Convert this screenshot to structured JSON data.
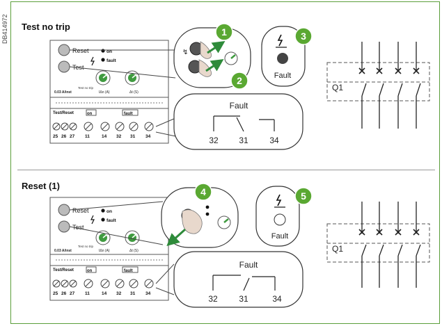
{
  "doc_code": "DB414972",
  "sections": [
    {
      "title": "Test no trip",
      "device": {
        "reset_label": "Reset",
        "test_label": "Test",
        "on_label": "on",
        "fault_label": "fault",
        "test_no_trip": "Test no trip",
        "sensitivity": "0.03 A/inst",
        "idn_label": "IΔn (A)",
        "dt_label": "Δt (S)",
        "terminals_header": "Test/Reset",
        "terminal_on": "on",
        "terminal_fault": "fault",
        "terminals_left": [
          "25",
          "26",
          "27"
        ],
        "terminals_right": [
          "11",
          "14",
          "32",
          "31",
          "34"
        ]
      },
      "steps": [
        "1",
        "2",
        "3"
      ],
      "fault_indicator_label": "Fault",
      "contact": {
        "title": "Fault",
        "terminals": [
          "32",
          "31",
          "34"
        ]
      },
      "breaker_label": "Q1"
    },
    {
      "title": "Reset (1)",
      "device": {
        "reset_label": "Reset",
        "test_label": "Test",
        "on_label": "on",
        "fault_label": "fault",
        "test_no_trip": "Test no trip",
        "sensitivity": "0.03 A/inst",
        "idn_label": "IΔn (A)",
        "dt_label": "Δt (S)",
        "terminals_header": "Test/Reset",
        "terminal_on": "on",
        "terminal_fault": "fault",
        "terminals_left": [
          "25",
          "26",
          "27"
        ],
        "terminals_right": [
          "11",
          "14",
          "32",
          "31",
          "34"
        ]
      },
      "steps": [
        "4",
        "5"
      ],
      "fault_indicator_label": "Fault",
      "contact": {
        "title": "Fault",
        "terminals": [
          "32",
          "31",
          "34"
        ]
      },
      "breaker_label": "Q1"
    }
  ],
  "colors": {
    "frame": "#5a9e3a",
    "step_badge": "#5aa832",
    "arrow": "#2e8b3a",
    "dial": "#3f9b3f"
  }
}
